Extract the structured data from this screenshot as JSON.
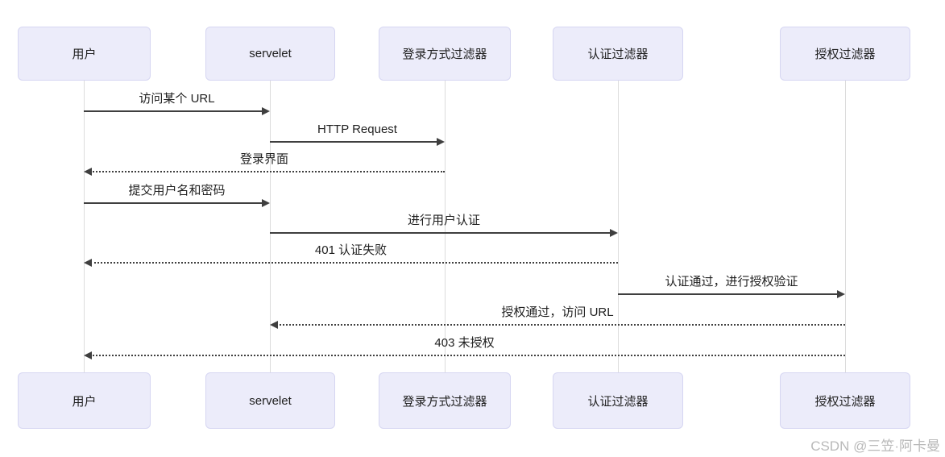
{
  "diagram": {
    "type": "sequence",
    "background": "#FFFFFF",
    "colors": {
      "actor_fill": "#ECECFA",
      "actor_border": "#D6D6F2",
      "arrow": "#3F3F3F",
      "lifeline": "#DCDCDC",
      "text": "#1F1F1F",
      "watermark": "#B9B9B9"
    },
    "actors": [
      {
        "id": "user",
        "label": "用户"
      },
      {
        "id": "servelet",
        "label": "servelet"
      },
      {
        "id": "login-filter",
        "label": "登录方式过滤器"
      },
      {
        "id": "auth-filter",
        "label": "认证过滤器"
      },
      {
        "id": "authz-filter",
        "label": "授权过滤器"
      }
    ],
    "messages": [
      {
        "label": "访问某个 URL",
        "from": "用户",
        "to": "servelet",
        "line": "solid",
        "direction": "right"
      },
      {
        "label": "HTTP Request",
        "from": "servelet",
        "to": "登录方式过滤器",
        "line": "solid",
        "direction": "right"
      },
      {
        "label": "登录界面",
        "from": "登录方式过滤器",
        "to": "用户",
        "line": "dashed",
        "direction": "left"
      },
      {
        "label": "提交用户名和密码",
        "from": "用户",
        "to": "servelet",
        "line": "solid",
        "direction": "right"
      },
      {
        "label": "进行用户认证",
        "from": "servelet",
        "to": "认证过滤器",
        "line": "solid",
        "direction": "right"
      },
      {
        "label": "401 认证失败",
        "from": "认证过滤器",
        "to": "用户",
        "line": "dashed",
        "direction": "left"
      },
      {
        "label": "认证通过，进行授权验证",
        "from": "认证过滤器",
        "to": "授权过滤器",
        "line": "solid",
        "direction": "right"
      },
      {
        "label": "授权通过，访问 URL",
        "from": "授权过滤器",
        "to": "servelet",
        "line": "dashed",
        "direction": "left"
      },
      {
        "label": "403 未授权",
        "from": "授权过滤器",
        "to": "用户",
        "line": "dashed",
        "direction": "left"
      }
    ]
  },
  "watermark": {
    "text": "CSDN @三笠·阿卡曼"
  }
}
